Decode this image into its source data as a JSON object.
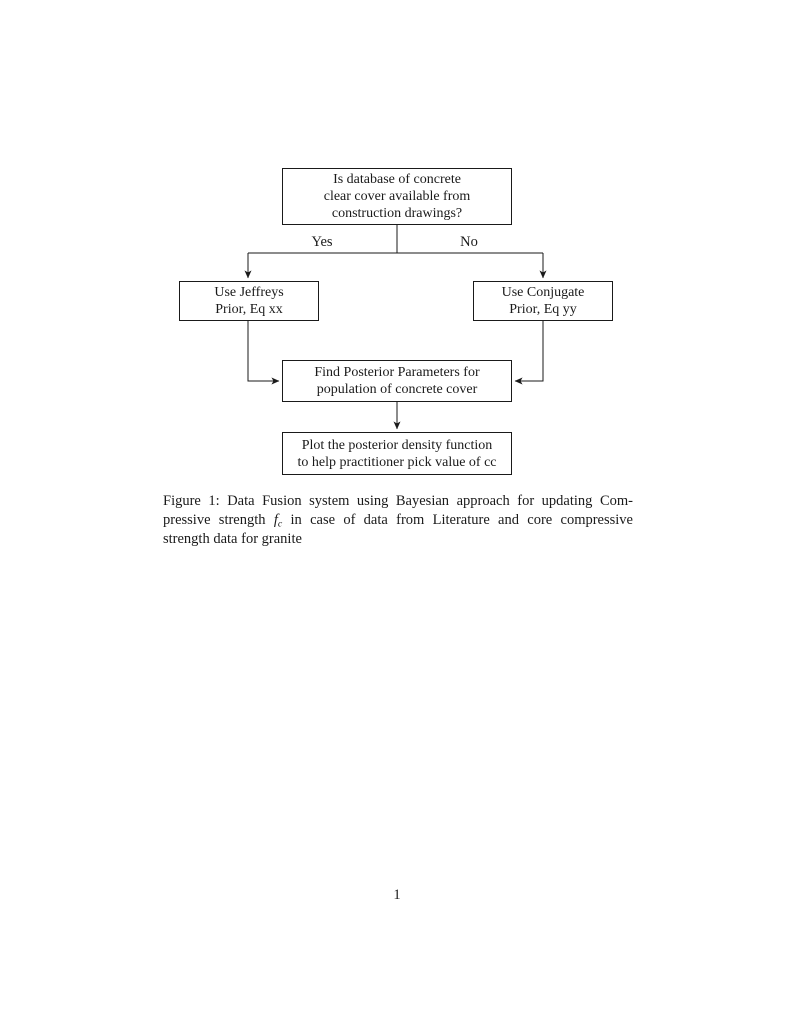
{
  "colors": {
    "ink": "#1a1a1a",
    "page_bg": "#ffffff"
  },
  "flowchart": {
    "decision_box": {
      "lines": [
        "Is database of concrete",
        "clear cover available from",
        "construction drawings?"
      ]
    },
    "yes_label": "Yes",
    "no_label": "No",
    "left_box": {
      "lines": [
        "Use Jeffreys",
        "Prior, Eq xx"
      ]
    },
    "right_box": {
      "lines": [
        "Use Conjugate",
        "Prior, Eq yy"
      ]
    },
    "middle_box": {
      "lines": [
        "Find Posterior Parameters for",
        "population of concrete cover"
      ]
    },
    "bottom_box": {
      "lines": [
        "Plot the posterior density function",
        "to help practitioner pick value of cc"
      ]
    }
  },
  "caption": {
    "line1": "Figure 1: Data Fusion system using Bayesian approach for updating Com-",
    "line2_before": "pressive strength ",
    "math_var": "f",
    "math_sub": "c",
    "line2_after": " in case of data from Literature and core compressive",
    "line3": "strength data for granite"
  },
  "page": {
    "number": "1"
  }
}
